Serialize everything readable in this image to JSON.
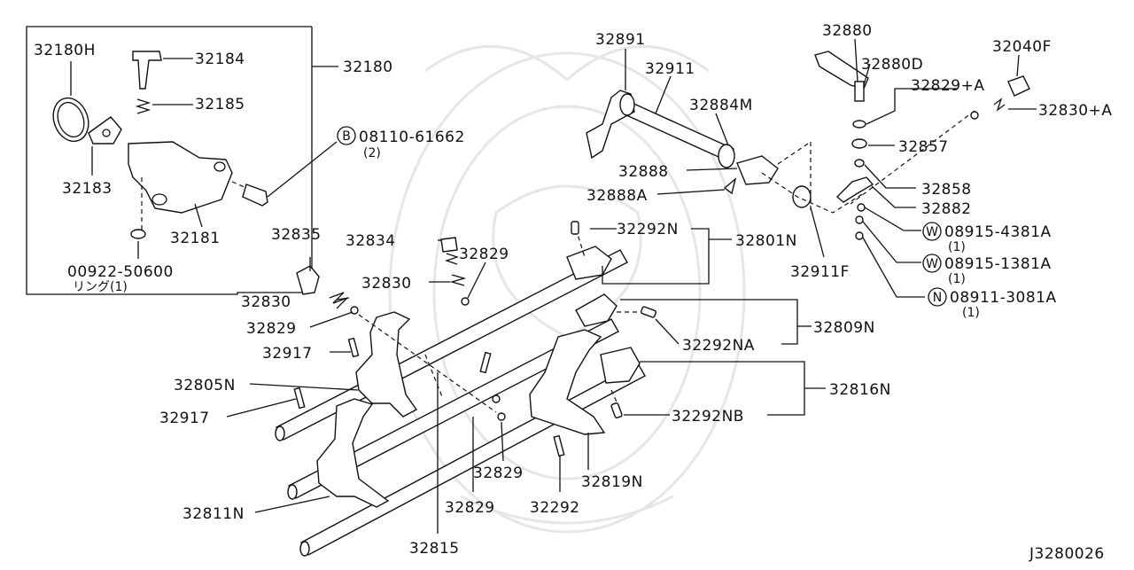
{
  "diagram": {
    "code": "J3280026",
    "labels": {
      "l32180H": "32180H",
      "l32184": "32184",
      "l32180": "32180",
      "l32185": "32185",
      "l32183": "32183",
      "l32181": "32181",
      "l00922": "00922-50600",
      "lring": "リング(1)",
      "l08110": "08110-61662",
      "l08110q": "(2)",
      "l32835": "32835",
      "l32834": "32834",
      "l32829a": "32829",
      "l32830a": "32830",
      "l32830b": "32830",
      "l32829b": "32829",
      "l32917a": "32917",
      "l32805N": "32805N",
      "l32917b": "32917",
      "l32811N": "32811N",
      "l32815": "32815",
      "l32829c": "32829",
      "l32829d": "32829",
      "l32292": "32292",
      "l32819N": "32819N",
      "l32816N": "32816N",
      "l32292NB": "32292NB",
      "l32809N": "32809N",
      "l32292NA": "32292NA",
      "l32801N": "32801N",
      "l32292N": "32292N",
      "l32891": "32891",
      "l32911": "32911",
      "l32884M": "32884M",
      "l32888": "32888",
      "l32888A": "32888A",
      "l32911F": "32911F",
      "l32880": "32880",
      "l32880D": "32880D",
      "l32040F": "32040F",
      "l32829A": "32829+A",
      "l32830A": "32830+A",
      "l32857": "32857",
      "l32858": "32858",
      "l32882": "32882",
      "l08915a": "08915-4381A",
      "l08915aq": "(1)",
      "l08915b": "08915-1381A",
      "l08915bq": "(1)",
      "l08911": "08911-3081A",
      "l08911q": "(1)"
    },
    "symbols": {
      "bolt": "B",
      "washer1": "W",
      "washer2": "W",
      "nut": "N"
    }
  }
}
